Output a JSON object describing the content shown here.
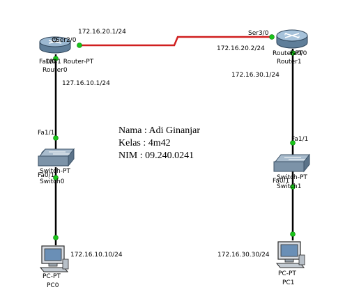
{
  "colors": {
    "serial_link": "#d01f1f",
    "ethernet_link": "#000000",
    "port_light": "#19c419"
  },
  "devices": {
    "router0": {
      "icon": "router-icon",
      "model": "1841 Router-PT",
      "name": "Router0"
    },
    "router1": {
      "icon": "router-icon",
      "model": "Router-PT",
      "name": "Router1"
    },
    "switch0": {
      "icon": "switch-icon",
      "model": "Switch-PT",
      "name": "Switch0"
    },
    "switch1": {
      "icon": "switch-icon",
      "model": "Switch-PT",
      "name": "Switch1"
    },
    "pc0": {
      "icon": "pc-icon",
      "model": "PC-PT",
      "name": "PC0"
    },
    "pc1": {
      "icon": "pc-icon",
      "model": "PC-PT",
      "name": "PC1"
    }
  },
  "ports": {
    "r0_ser": "Ser2/0",
    "r0_fa": "Fa0/0",
    "r1_ser": "Ser3/0",
    "r1_fa": "Fa0/0",
    "sw0_up": "Fa1/1",
    "sw0_down": "Fa0/1",
    "sw1_up": "Fa1/1",
    "sw1_down": "Fa0/1"
  },
  "addresses": {
    "r0_serial": "172.16.20.1/24",
    "r1_serial": "172.16.20.2/24",
    "r0_lan": "127.16.10.1/24",
    "r1_lan": "172.16.30.1/24",
    "pc0": "172.16.10.10/24",
    "pc1": "172.16.30.30/24"
  },
  "note": {
    "line1": "Nama : Adi Ginanjar",
    "line2": "Kelas : 4m42",
    "line3": "NIM : 09.240.0241"
  }
}
